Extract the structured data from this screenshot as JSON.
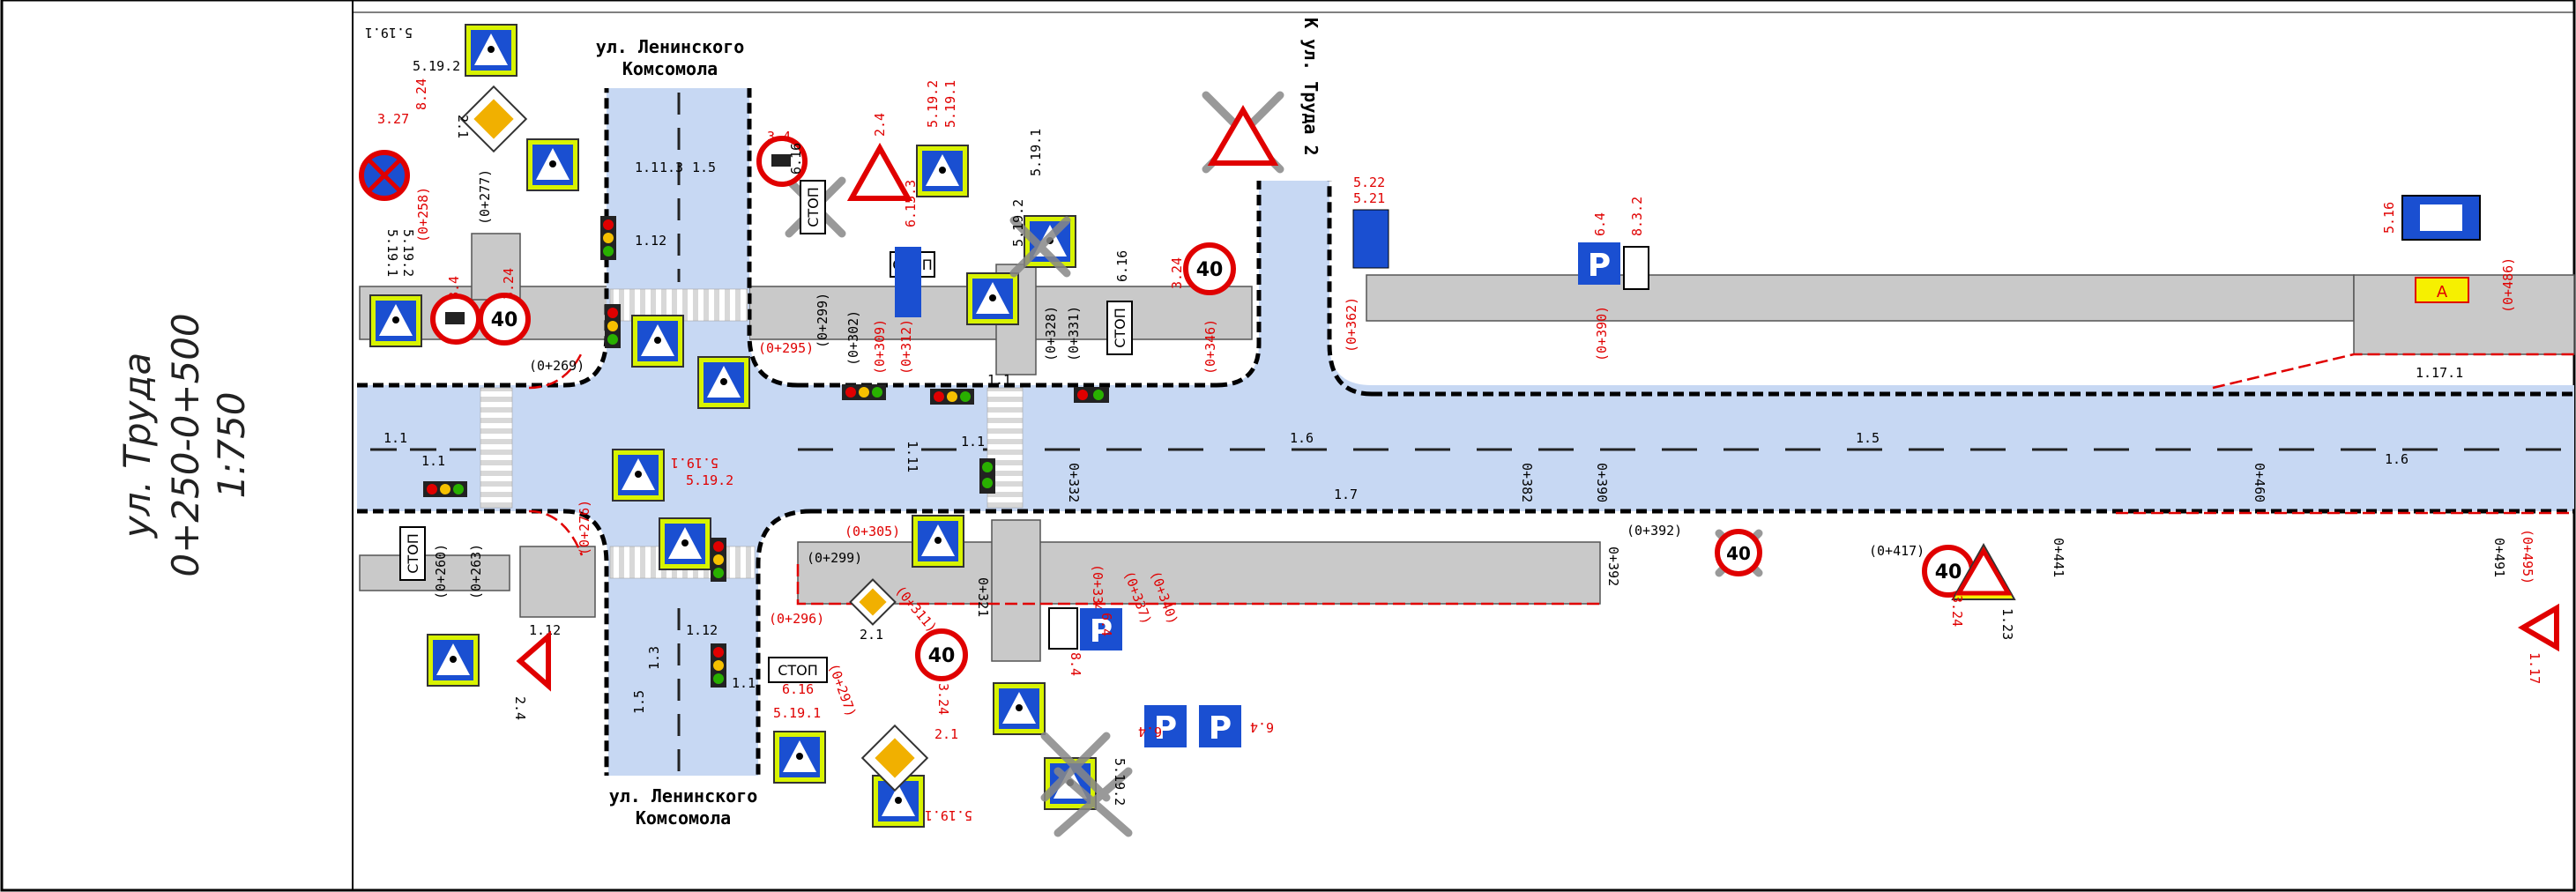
{
  "title": {
    "line1": "ул. Труда",
    "line2": "0+250-0+500",
    "line3": "1:750"
  },
  "streets": {
    "top": {
      "line1": "ул. Ленинского",
      "line2": "Комсомола"
    },
    "bottom": {
      "line1": "ул. Ленинского",
      "line2": "Комсомола"
    },
    "side": "К ул. Труда 2"
  },
  "chainage_labels": [
    "(0+269)",
    "(0+277)",
    "(0+258)",
    "(0+295)",
    "(0+299)",
    "(0+302)",
    "(0+309)",
    "(0+312)",
    "(0+328)",
    "(0+331)",
    "(0+346)",
    "(0+362)",
    "(0+390)",
    "(0+486)",
    "(0+305)",
    "(0+299)",
    "(0+296)",
    "(0+297)",
    "(0+311)",
    "(0+334)",
    "(0+337)",
    "(0+340)",
    "(0+276)",
    "(0+263)",
    "(0+260)",
    "0+321",
    "0+332",
    "0+382",
    "0+390",
    "0+392",
    "(0+392)",
    "(0+417)",
    "0+441",
    "0+460",
    "0+491",
    "(0+495)"
  ],
  "marking_labels": [
    "1.1",
    "1.3",
    "1.5",
    "1.12",
    "1.1",
    "1.6",
    "1.5",
    "1.7",
    "1.6",
    "1.17.1",
    "1.1",
    "1.12",
    "1.3",
    "1.5",
    "1.1",
    "1.12",
    "1.1",
    "1.11",
    "1.1"
  ],
  "sign_codes": [
    "5.19.1",
    "5.19.2",
    "2.1",
    "3.27",
    "8.24",
    "5.19.1",
    "5.19.2",
    "8.4",
    "3.24",
    "3.4",
    "2.4",
    "5.19.2",
    "5.19.1",
    "6.16",
    "6.15.3",
    "5.19.1",
    "5.19.2",
    "6.16",
    "3.24",
    "5.22",
    "5.21",
    "6.4",
    "8.3.2",
    "5.16",
    "5.19.2",
    "5.19.1",
    "2.1",
    "3.24",
    "6.16",
    "5.19.1",
    "2.1",
    "6.4",
    "8.4",
    "5.19.1",
    "5.19.2",
    "3.24",
    "1.23",
    "1.17",
    "2.4",
    "6.4",
    "6.4"
  ],
  "sign_text": {
    "stop": "СТОП",
    "speed": "40",
    "parking": "P",
    "zone": "A"
  },
  "colors": {
    "road": "#c7d8f3",
    "sidewalk": "#c9c9c9",
    "sign_blue": "#1a4fd1",
    "sign_yellow": "#f6f000",
    "red": "#e00000",
    "diamond": "#f1b000"
  }
}
